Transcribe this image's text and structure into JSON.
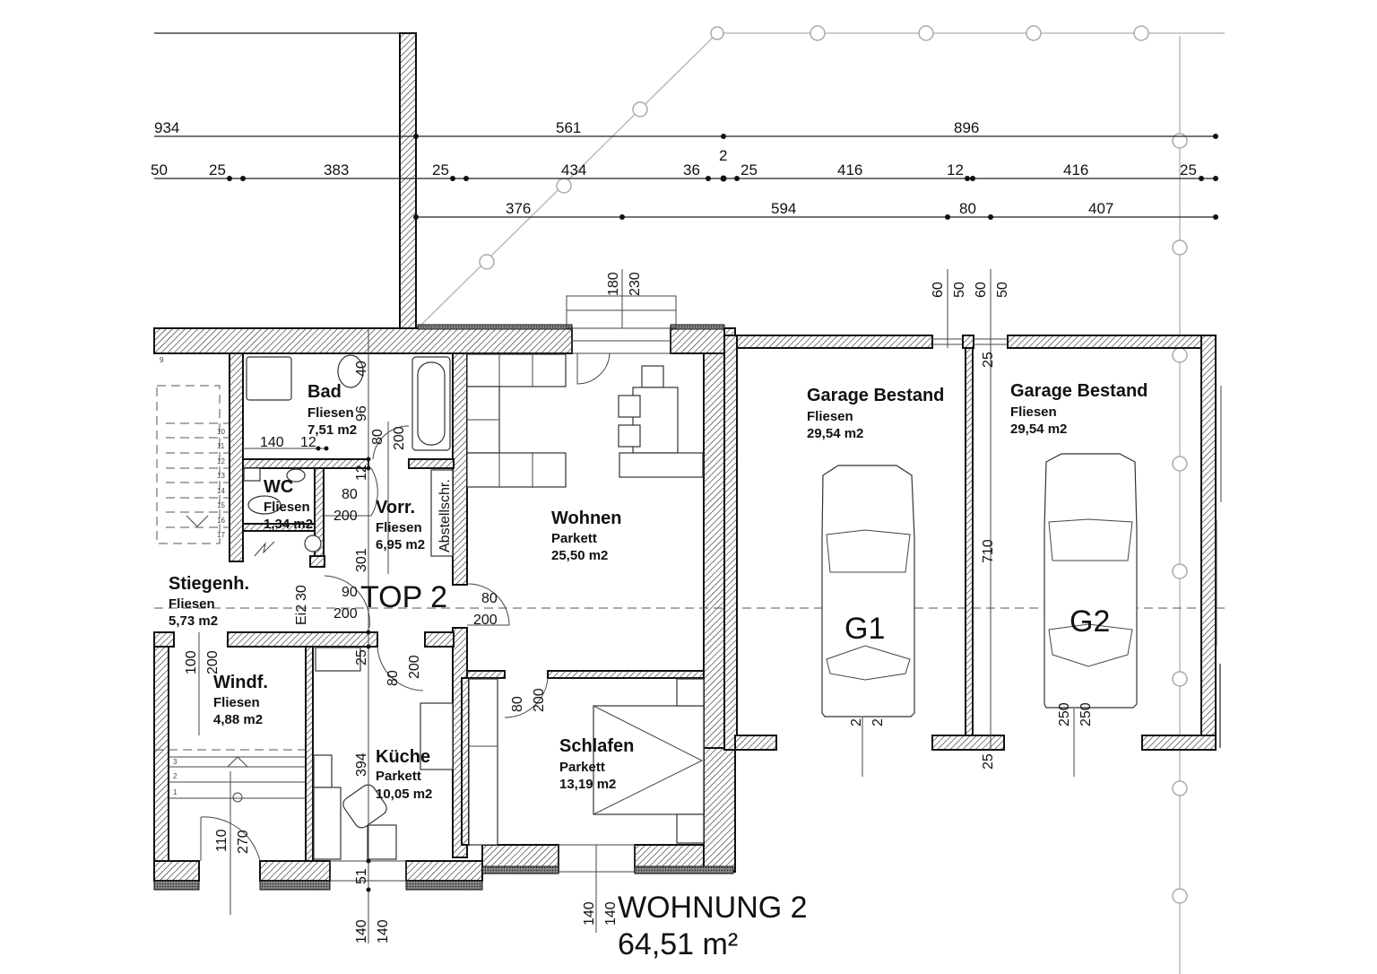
{
  "plan": {
    "title": "WOHNUNG 2",
    "total_area": "64,51 m²",
    "unit_label": "TOP 2",
    "rooms": [
      {
        "name": "Bad",
        "floor": "Fliesen",
        "area": "7,51 m2"
      },
      {
        "name": "WC",
        "floor": "Fliesen",
        "area": "1,34 m2"
      },
      {
        "name": "Vorr.",
        "floor": "Fliesen",
        "area": "6,95 m2"
      },
      {
        "name": "Stiegenh.",
        "floor": "Fliesen",
        "area": "5,73 m2"
      },
      {
        "name": "Windf.",
        "floor": "Fliesen",
        "area": "4,88 m2"
      },
      {
        "name": "Küche",
        "floor": "Parkett",
        "area": "10,05 m2"
      },
      {
        "name": "Wohnen",
        "floor": "Parkett",
        "area": "25,50 m2"
      },
      {
        "name": "Schlafen",
        "floor": "Parkett",
        "area": "13,19 m2"
      },
      {
        "name": "Garage Bestand",
        "floor": "Fliesen",
        "area": "29,54 m2"
      },
      {
        "name": "Garage Bestand",
        "floor": "Fliesen",
        "area": "29,54 m2"
      }
    ],
    "garage_labels": [
      "G1",
      "G2"
    ],
    "storage_label": "Abstellschr.",
    "chimney_label": "Ei2",
    "dimensions": {
      "row1": [
        "934",
        "561",
        "896"
      ],
      "row2": [
        "50",
        "25",
        "383",
        "25",
        "434",
        "36",
        "2",
        "25",
        "416",
        "12",
        "416",
        "25"
      ],
      "row3": [
        "376",
        "594",
        "80",
        "407"
      ],
      "window_top": [
        "180",
        "230"
      ],
      "garage_top": [
        "60",
        "50",
        "60",
        "50"
      ],
      "garage_side": [
        "25",
        "710",
        "25"
      ],
      "garage_bottom": [
        "2",
        "2",
        "250",
        "250"
      ],
      "bad": [
        "140",
        "12",
        "40",
        "96"
      ],
      "bad_door": [
        "80",
        "200"
      ],
      "wc_door": [
        "12",
        "80",
        "200"
      ],
      "vorr": [
        "301"
      ],
      "entry": [
        "90",
        "200",
        "30"
      ],
      "wohnen_door": [
        "80",
        "200"
      ],
      "schlafen_door": [
        "80",
        "200"
      ],
      "windf": [
        "100",
        "200",
        "110",
        "270"
      ],
      "kueche": [
        "25",
        "80",
        "200",
        "394",
        "51"
      ],
      "bottom": [
        "140",
        "140",
        "140",
        "140"
      ],
      "stairs_bottom": [
        "3",
        "2",
        "1"
      ],
      "stairs_top": [
        "9",
        "10",
        "11",
        "12",
        "13",
        "14",
        "15",
        "16",
        "17"
      ]
    }
  }
}
